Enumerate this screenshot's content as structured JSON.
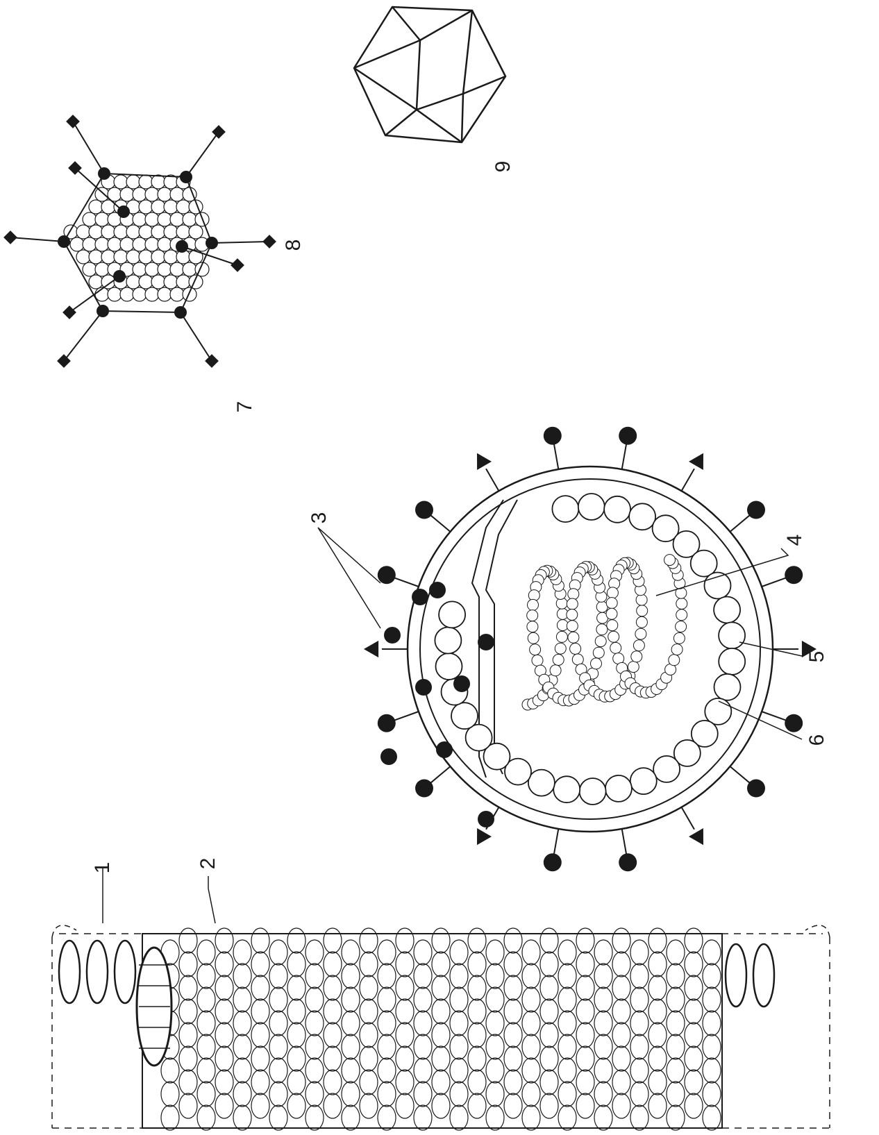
{
  "labels": {
    "l1": "1",
    "l2": "2",
    "l3": "3",
    "l4": "4",
    "l5": "5",
    "l6": "6",
    "l7": "7",
    "l8": "8",
    "l9": "9"
  },
  "colors": {
    "ink": "#1a1a1a",
    "paper": "#ffffff"
  }
}
